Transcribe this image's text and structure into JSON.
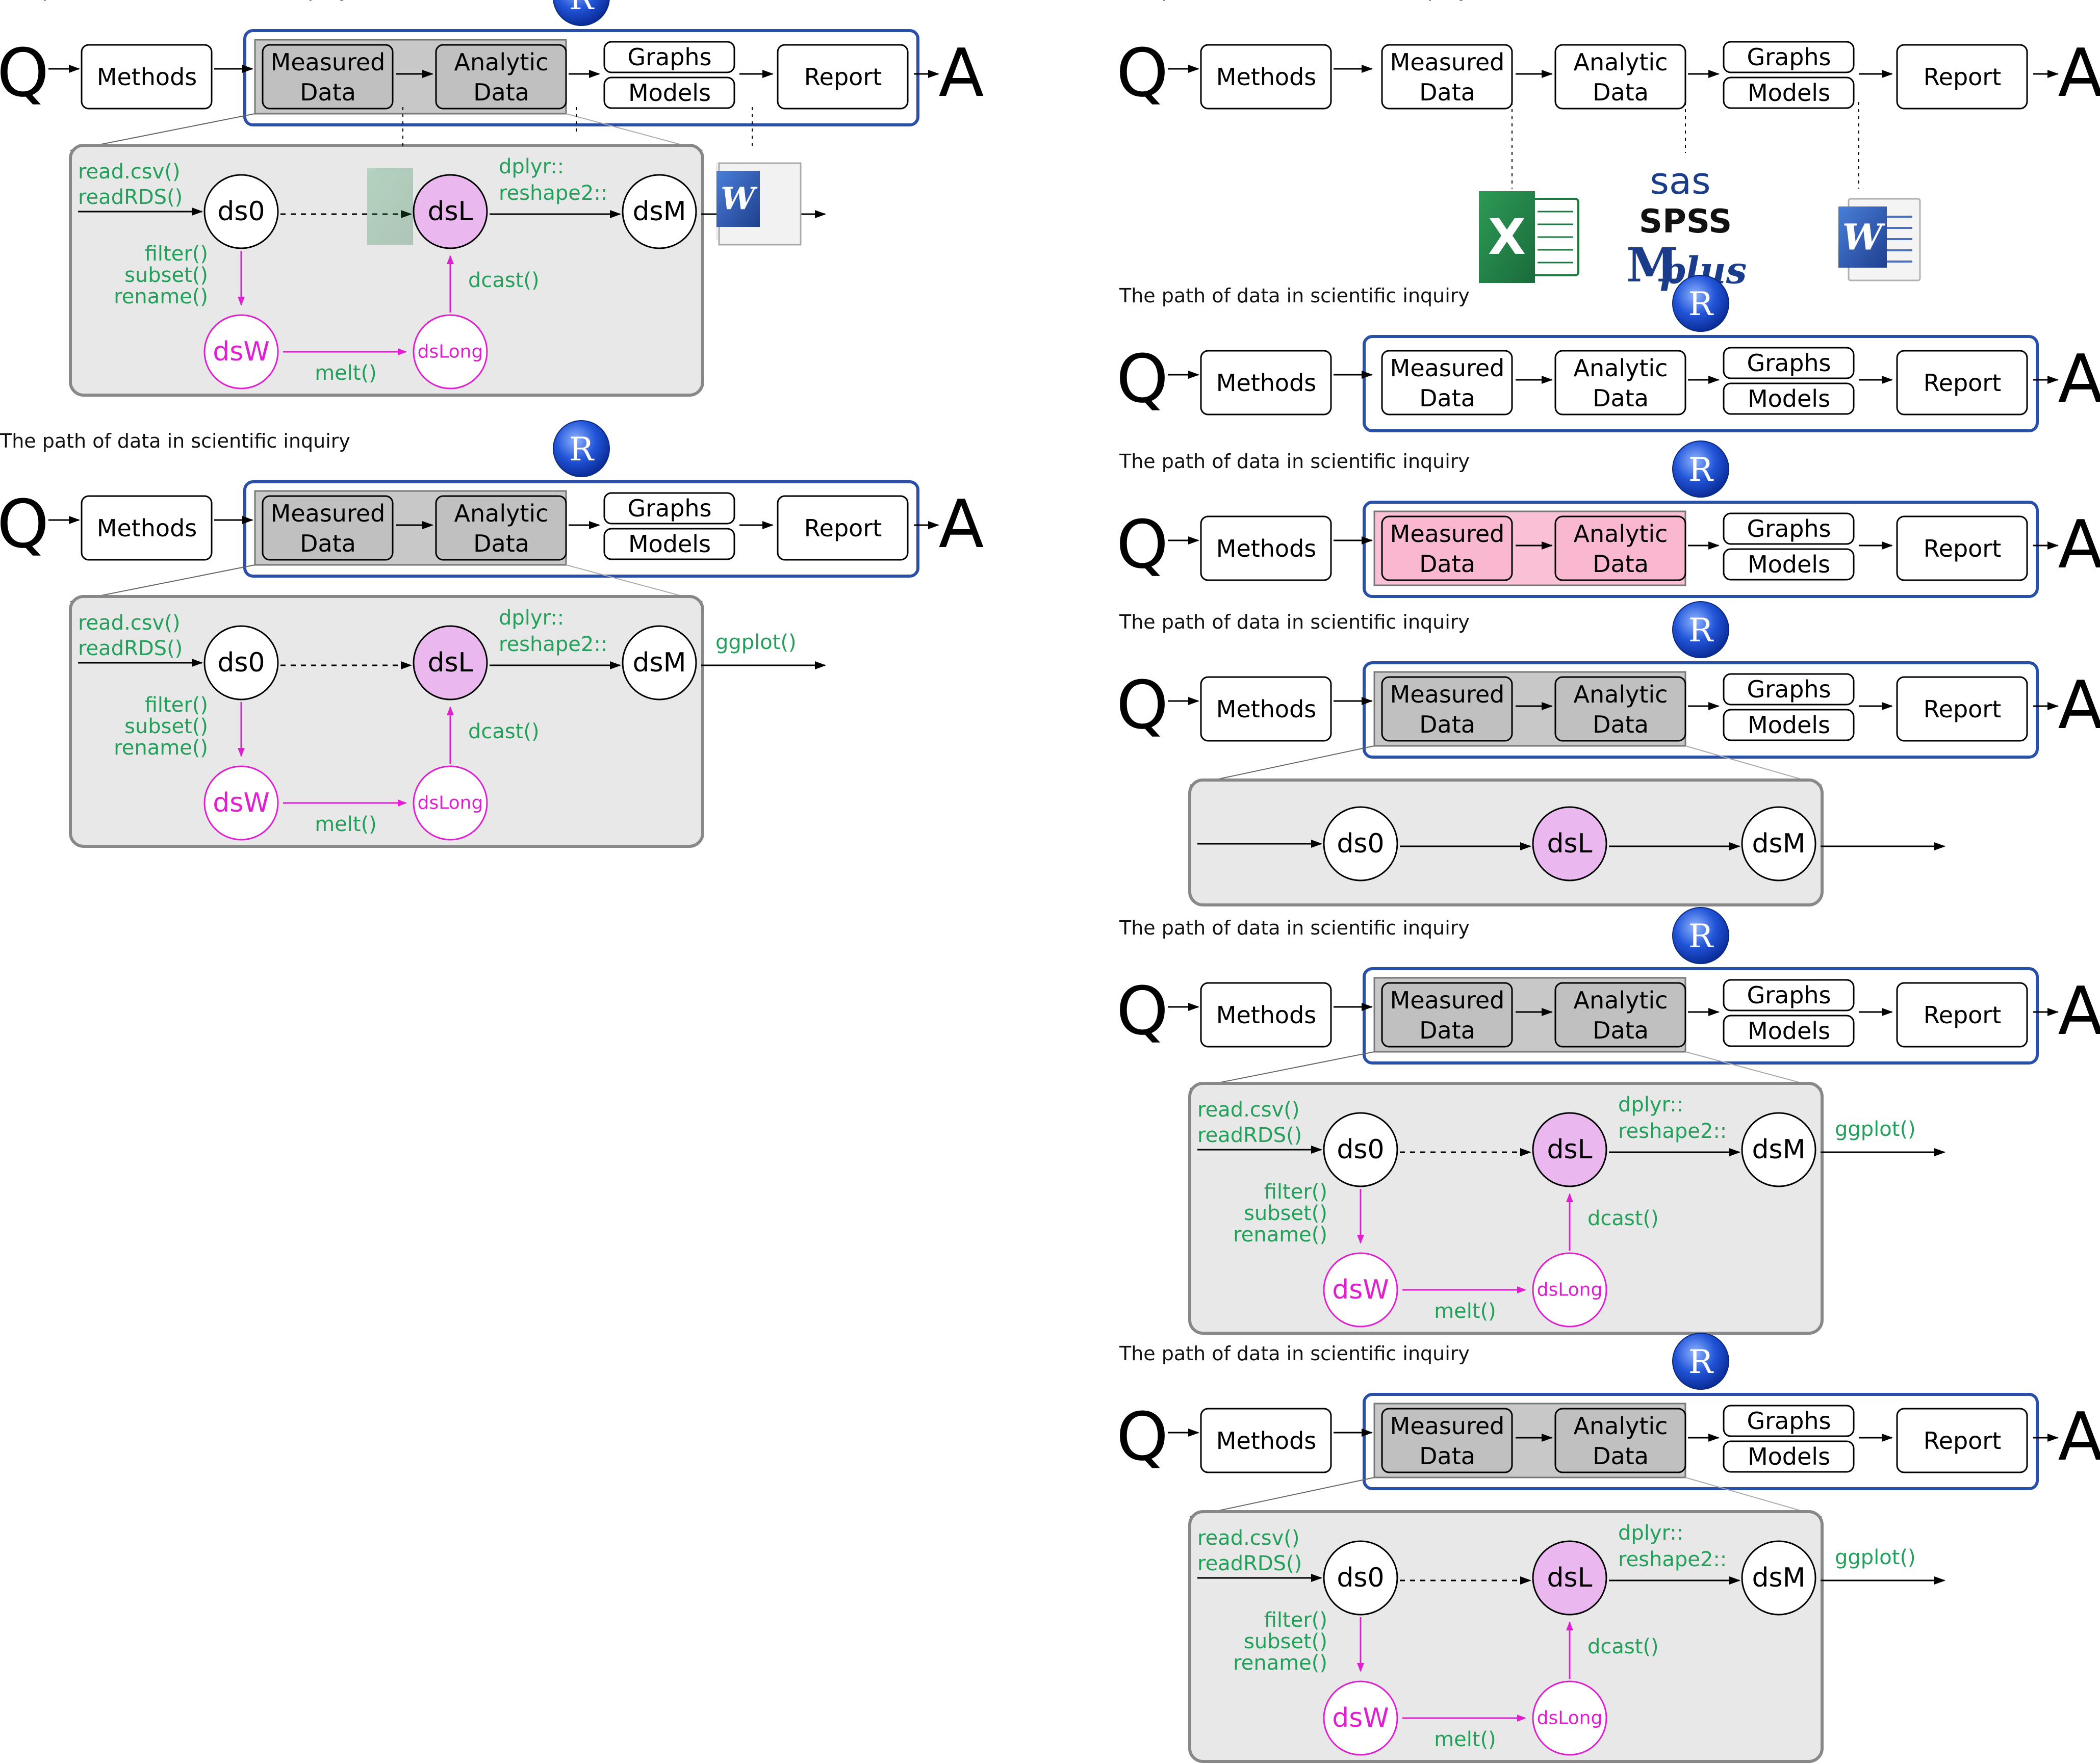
{
  "title": "The path of data in scientific inquiry",
  "flow": {
    "q": "Q",
    "a": "A",
    "methods": "Methods",
    "measured": [
      "Measured",
      "Data"
    ],
    "analytic": [
      "Analytic",
      "Data"
    ],
    "graphs": "Graphs",
    "models": "Models",
    "report": "Report"
  },
  "r_logo": "R",
  "tools": {
    "excel": "X",
    "sas": "sas",
    "spss": "SPSS",
    "mplus_m": "M",
    "mplus_rest": "plus",
    "word": "W"
  },
  "nodes": {
    "ds0": "ds0",
    "dsL": "dsL",
    "dsM": "dsM",
    "dsW": "dsW",
    "dsLong": "dsLong"
  },
  "labels": {
    "read": [
      "read.csv()",
      "readRDS()"
    ],
    "filter": [
      "filter()",
      "subset()",
      "rename()"
    ],
    "dplyr": [
      "dplyr::",
      "reshape2::"
    ],
    "dcast": "dcast()",
    "melt": "melt()",
    "ggplot": "ggplot()"
  },
  "colors": {
    "blue_frame": "#2a4fa8",
    "highlight_gray": "#c8c8c8",
    "highlight_pink": "#f9b8cf",
    "zoom_panel": "#e8e8e8",
    "code_green": "#22a05a",
    "magenta": "#e020d0",
    "node_pink": "#eab8ee"
  }
}
